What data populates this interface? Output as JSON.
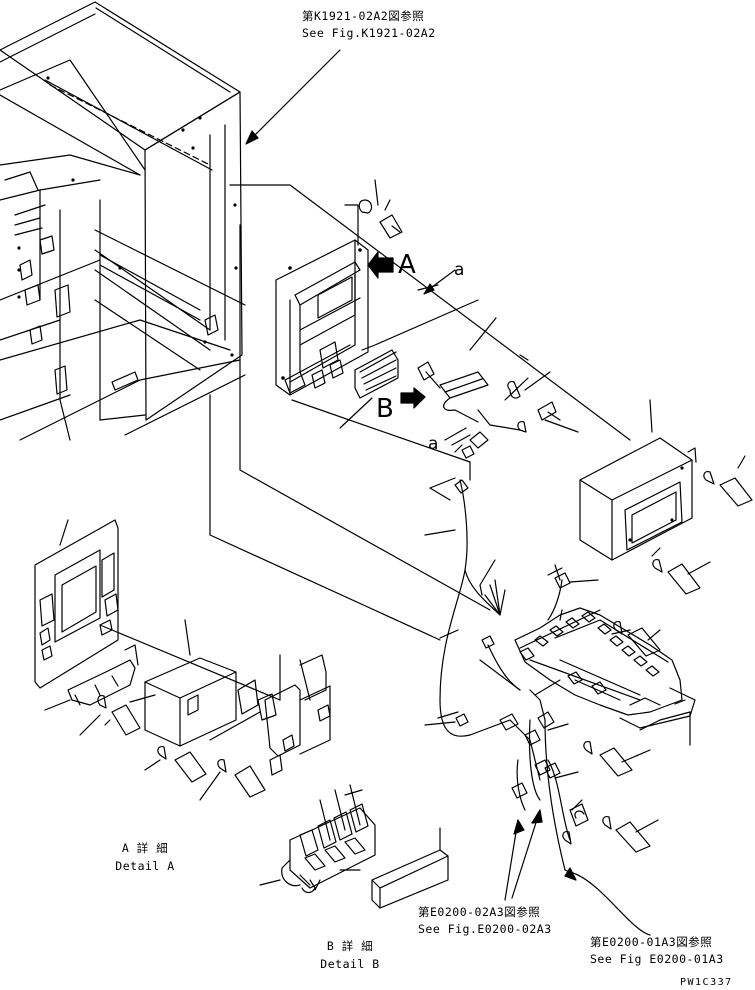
{
  "references": {
    "top": {
      "jp": "第K1921-02A2図参照",
      "en": "See Fig.K1921-02A2"
    },
    "mid": {
      "jp": "第E0200-02A3図参照",
      "en": "See Fig.E0200-02A3"
    },
    "right": {
      "jp": "第E0200-01A3図参照",
      "en": "See Fig E0200-01A3"
    }
  },
  "view_markers": {
    "a": "A",
    "b": "B"
  },
  "callouts": {
    "a1": "a",
    "a2": "a"
  },
  "details": {
    "a": {
      "jp": "A 詳 細",
      "en": "Detail A"
    },
    "b": {
      "jp": "B 詳 細",
      "en": "Detail B"
    }
  },
  "drawing_code": "PW1C337"
}
